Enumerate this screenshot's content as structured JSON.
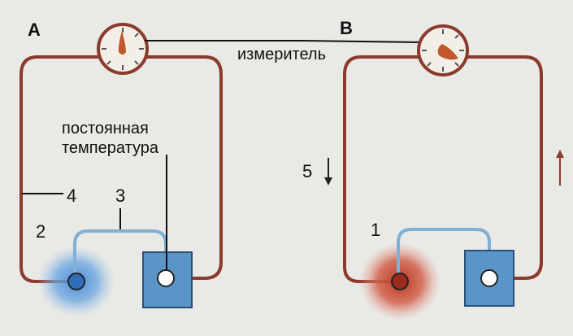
{
  "panels": {
    "a": {
      "label": "A"
    },
    "b": {
      "label": "B"
    }
  },
  "labels": {
    "meter": "измеритель",
    "constant_temp_line1": "постоянная",
    "constant_temp_line2": "температура"
  },
  "markers": {
    "m1": "1",
    "m2": "2",
    "m3": "3",
    "m4": "4",
    "m5": "5"
  },
  "colors": {
    "wire": "#8b3a2c",
    "thin_wire": "#6fa7cf",
    "cold_glow": "#4d8fd8",
    "hot_glow": "#c8432c",
    "box": "#5a95c8",
    "dial_needle": "#c0582a"
  }
}
